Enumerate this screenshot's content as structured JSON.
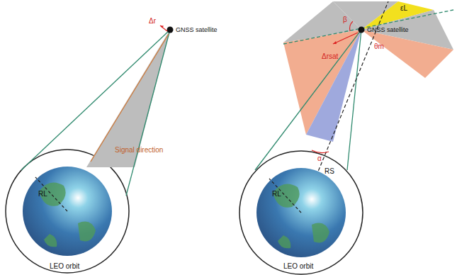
{
  "diagram": {
    "labels": [
      "Δr",
      "GNSS satellite",
      "Signal direction",
      "RL",
      "LEO orbit",
      "Δrsat",
      "β",
      "εL",
      "GNSS satellite",
      "θm",
      "α",
      "RS",
      "RL",
      "LEO orbit"
    ]
  }
}
